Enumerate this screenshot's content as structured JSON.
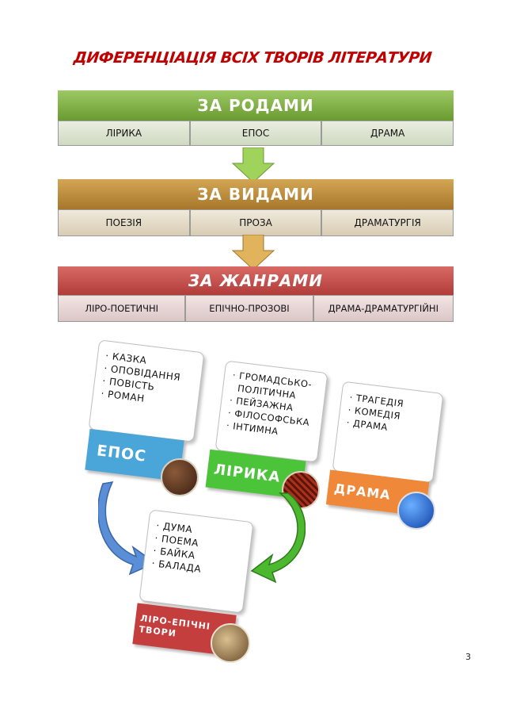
{
  "title": "ДИФЕРЕНЦІАЦІЯ ВСІХ ТВОРІВ ЛІТЕРАТУРИ",
  "bands": [
    {
      "header": "ЗА РОДАМИ",
      "cells": [
        "ЛІРИКА",
        "ЕПОС",
        "ДРАМА"
      ],
      "color": "#7fb043"
    },
    {
      "header": "ЗА ВИДАМИ",
      "cells": [
        "ПОЕЗІЯ",
        "ПРОЗА",
        "ДРАМАТУРГІЯ"
      ],
      "color": "#c18b3a"
    },
    {
      "header": "ЗА ЖАНРАМИ",
      "cells": [
        "ЛІРО-ПОЕТИЧНІ",
        "ЕПІЧНО-ПРОЗОВІ",
        "ДРАМА-ДРАМАТУРГІЙНІ"
      ],
      "color": "#c84e4b"
    }
  ],
  "groups": {
    "epos": {
      "label": "ЕПОС",
      "color": "#4aa6d9",
      "items": [
        "КАЗКА",
        "ОПОВІДАННЯ",
        "ПОВІСТЬ",
        "РОМАН"
      ]
    },
    "liryka": {
      "label": "ЛІРИКА",
      "color": "#4cc43a",
      "items": [
        "ГРОМАДСЬКО-ПОЛІТИЧНА",
        "ПЕЙЗАЖНА",
        "ФІЛОСОФСЬКА",
        "ІНТИМНА"
      ]
    },
    "drama": {
      "label": "ДРАМА",
      "color": "#f0883a",
      "items": [
        "ТРАГЕДІЯ",
        "КОМЕДІЯ",
        "ДРАМА"
      ]
    },
    "liroepic": {
      "label": "ЛІРО-ЕПІЧНІ ТВОРИ",
      "color": "#c43e3e",
      "items": [
        "ДУМА",
        "ПОЕМА",
        "БАЙКА",
        "БАЛАДА"
      ]
    }
  },
  "page_number": "3"
}
